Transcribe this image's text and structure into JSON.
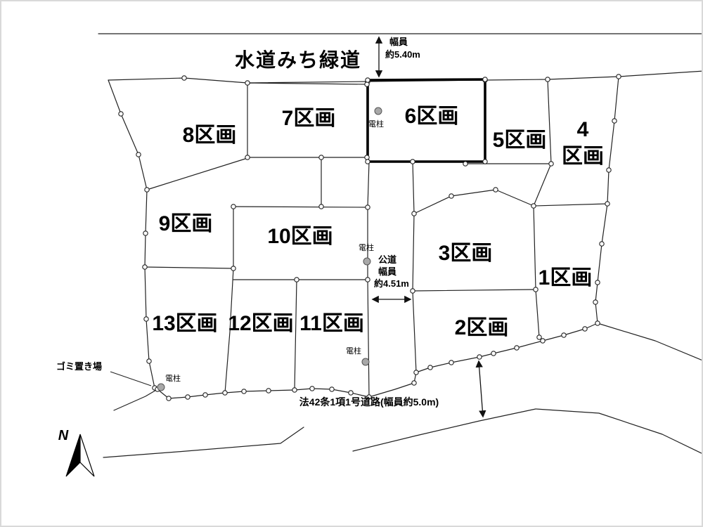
{
  "diagram": {
    "greenway_name": "水道みち緑道",
    "greenway_width": {
      "line1": "幅員",
      "line2": "約5.40m"
    },
    "public_road": {
      "line1": "公道",
      "line2": "幅員",
      "line3": "約4.51m"
    },
    "bottom_road_label": "法42条1項1号道路(幅員約5.0m)",
    "garbage_label": "ゴミ置き場",
    "pole_label": "電柱",
    "compass_label": "N"
  },
  "lots": [
    {
      "label": "8区画"
    },
    {
      "label": "7区画"
    },
    {
      "label": "6区画",
      "highlight": true
    },
    {
      "label": "5区画"
    },
    {
      "label": "4区画",
      "line1": "4",
      "line2": "区画"
    },
    {
      "label": "9区画"
    },
    {
      "label": "10区画"
    },
    {
      "label": "3区画"
    },
    {
      "label": "1区画"
    },
    {
      "label": "2区画"
    },
    {
      "label": "13区画"
    },
    {
      "label": "12区画"
    },
    {
      "label": "11区画"
    }
  ],
  "colors": {
    "line": "#222222",
    "highlight_stroke": "#000000",
    "pole_fill": "#a8a8a8"
  }
}
